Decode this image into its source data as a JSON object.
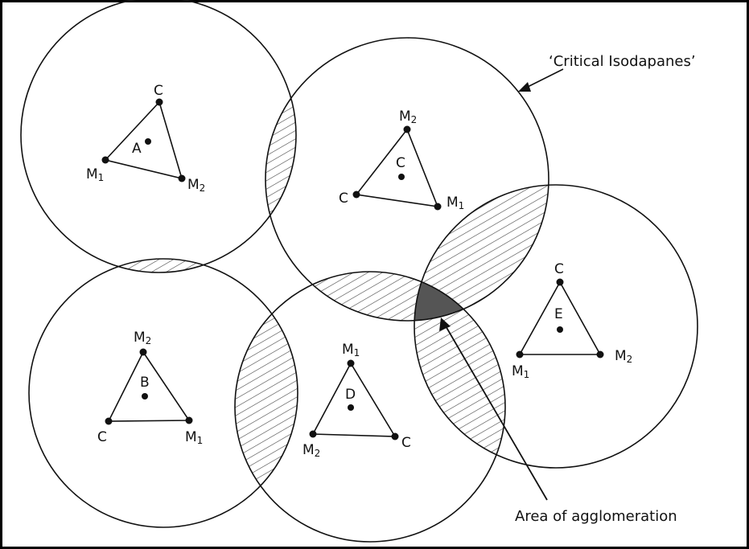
{
  "annotations": {
    "critical_isodapanes": "‘Critical Isodapanes’",
    "area_of_agglomeration": "Area of agglomeration"
  },
  "sites": {
    "A": {
      "center": "A",
      "v1": "C",
      "v2": "M",
      "v2sub": "1",
      "v3": "M",
      "v3sub": "2"
    },
    "C": {
      "center": "C",
      "v1": "M",
      "v1sub": "2",
      "v2": "C",
      "v3": "M",
      "v3sub": "1"
    },
    "E": {
      "center": "E",
      "v1": "C",
      "v2": "M",
      "v2sub": "1",
      "v3": "M",
      "v3sub": "2"
    },
    "B": {
      "center": "B",
      "v1": "M",
      "v1sub": "2",
      "v2": "C",
      "v3": "M",
      "v3sub": "1"
    },
    "D": {
      "center": "D",
      "v1": "M",
      "v1sub": "1",
      "v2": "M",
      "v2sub": "2",
      "v3": "C"
    }
  },
  "colors": {
    "line": "#111111",
    "agglomeration": "#555555"
  }
}
